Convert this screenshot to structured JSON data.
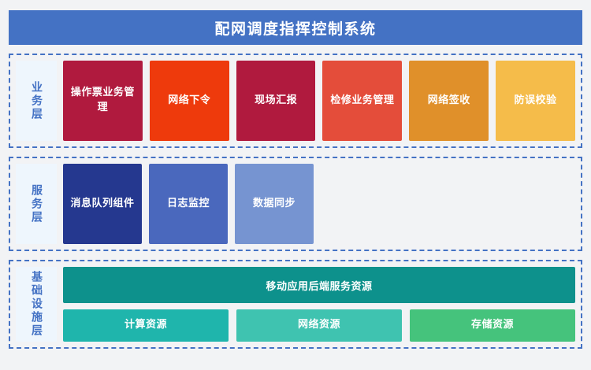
{
  "header": {
    "title": "配网调度指挥控制系统",
    "bg_color": "#4472c4",
    "text_color": "#ffffff"
  },
  "palette": {
    "page_bg": "#f2f3f5",
    "layer_border": "#4472c4",
    "layer_label_bg": "#eef6fd",
    "layer_label_text": "#4472c4"
  },
  "layers": [
    {
      "id": "business",
      "label": "业务层",
      "cards": [
        {
          "label": "操作票业务管理",
          "color": "#b01a3e"
        },
        {
          "label": "网络下令",
          "color": "#ee3a0c"
        },
        {
          "label": "现场汇报",
          "color": "#b01a3e"
        },
        {
          "label": "检修业务管理",
          "color": "#e44d3a"
        },
        {
          "label": "网络签收",
          "color": "#e0902a"
        },
        {
          "label": "防误校验",
          "color": "#f5bc4a"
        }
      ]
    },
    {
      "id": "service",
      "label": "服务层",
      "cards": [
        {
          "label": "消息队列组件",
          "color": "#25388f"
        },
        {
          "label": "日志监控",
          "color": "#4a68bd"
        },
        {
          "label": "数据同步",
          "color": "#7694d1"
        }
      ]
    },
    {
      "id": "infrastructure",
      "label": "基础设施层",
      "wide_card": {
        "label": "移动应用后端服务资源",
        "color": "#0d918c"
      },
      "cards": [
        {
          "label": "计算资源",
          "color": "#1fb5ac"
        },
        {
          "label": "网络资源",
          "color": "#3fc3b0"
        },
        {
          "label": "存储资源",
          "color": "#45c37c"
        }
      ]
    }
  ]
}
